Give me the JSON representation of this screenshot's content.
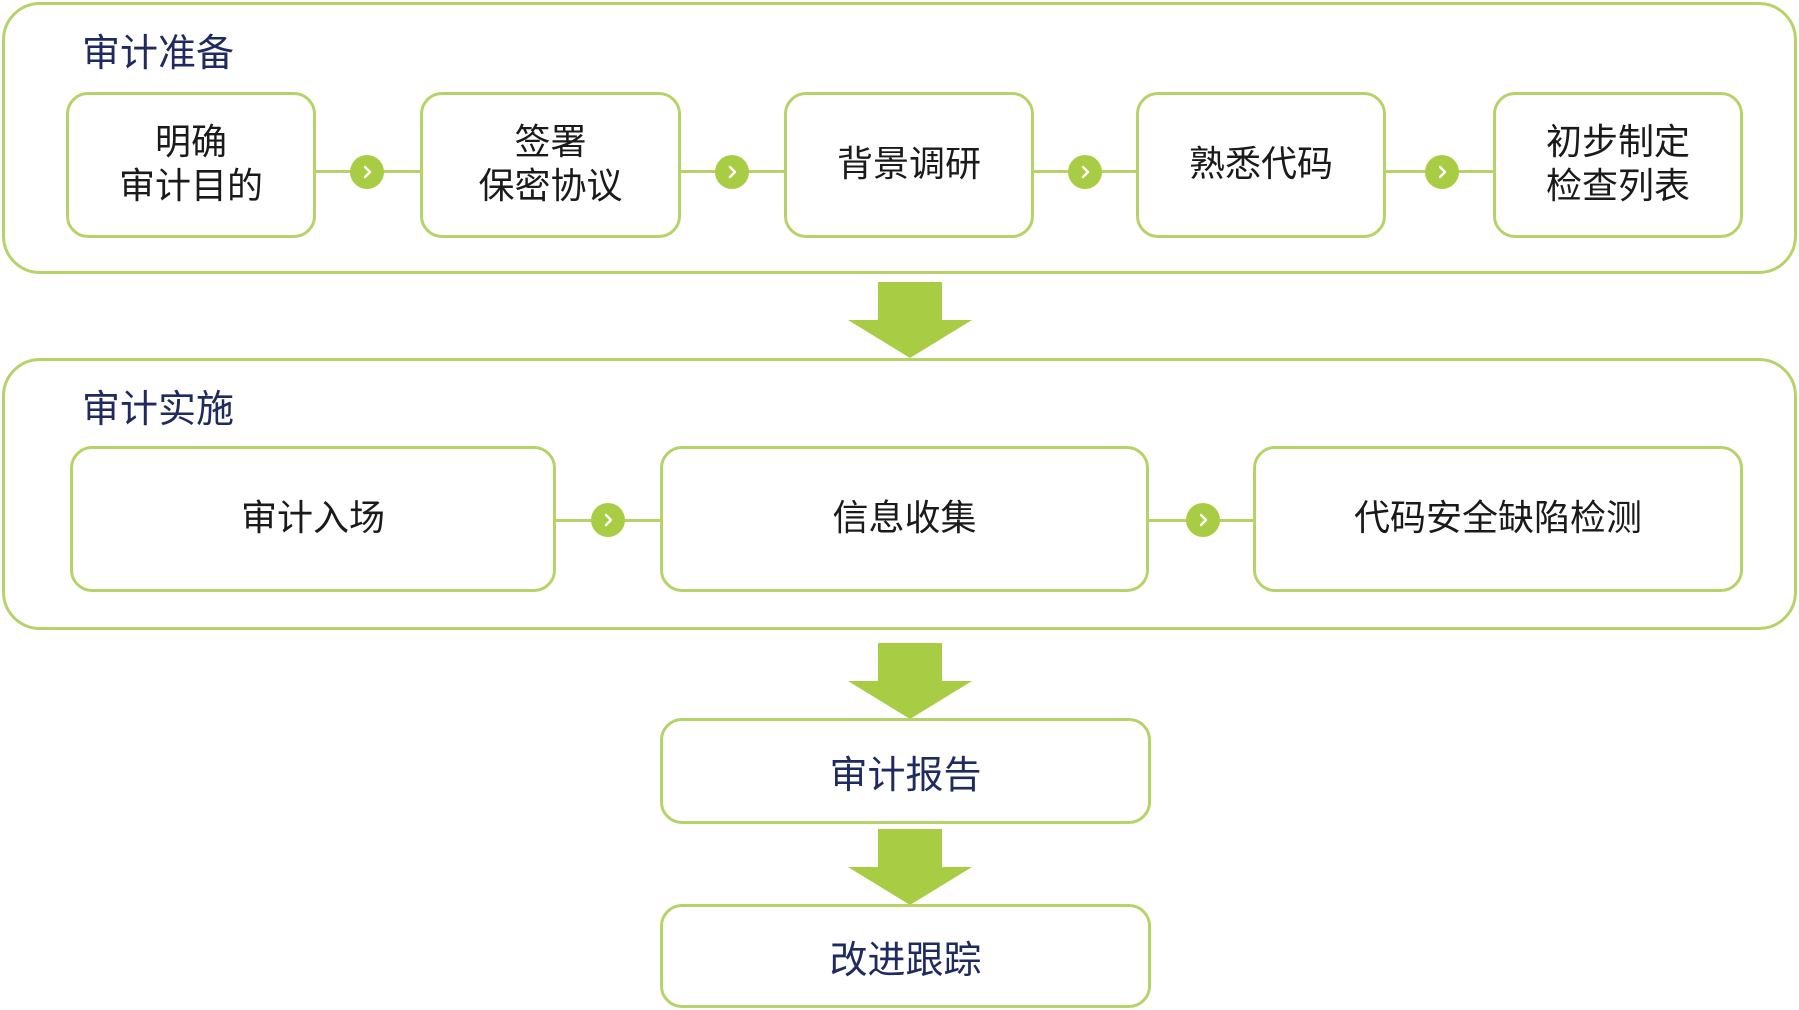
{
  "colors": {
    "border": "#b6d36a",
    "accent": "#a8cd45",
    "title_text": "#1f2a5e",
    "step_text": "#1a1a1a"
  },
  "stage1": {
    "title": "审计准备",
    "steps": [
      {
        "line1": "明确",
        "line2": "审计目的"
      },
      {
        "line1": "签署",
        "line2": "保密协议"
      },
      {
        "line1": "背景调研",
        "line2": ""
      },
      {
        "line1": "熟悉代码",
        "line2": ""
      },
      {
        "line1": "初步制定",
        "line2": "检查列表"
      }
    ]
  },
  "stage2": {
    "title": "审计实施",
    "steps": [
      {
        "line1": "审计入场"
      },
      {
        "line1": "信息收集"
      },
      {
        "line1": "代码安全缺陷检测"
      }
    ]
  },
  "report": {
    "label": "审计报告"
  },
  "followup": {
    "label": "改进跟踪"
  },
  "icons": {
    "connector": "chevron-right-icon",
    "flow": "arrow-down-icon"
  }
}
